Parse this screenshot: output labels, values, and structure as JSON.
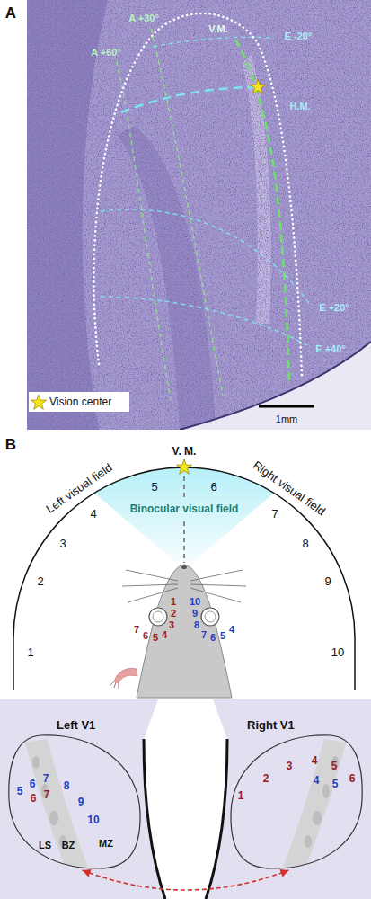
{
  "diagram": {
    "nodes": [
      {
        "text": [
          "Binocular visual field"
        ]
      },
      {
        "text": [
          "Left V1"
        ]
      },
      {
        "text": [
          "Right V1"
        ]
      }
    ],
    "edges": [
      {
        "from": 1,
        "to": 2,
        "arrow": "both"
      }
    ],
    "labels": [
      "A",
      "A +30°",
      "A +60°",
      "V.M.",
      "E -20°",
      "H.M.",
      "E +20°",
      "E +40°",
      "1mm",
      "B",
      "V. M.",
      "Left visual field",
      "Right visual field",
      "1",
      "2",
      "3",
      "4",
      "5",
      "6",
      "7",
      "8",
      "9",
      "10",
      "1",
      "2",
      "3",
      "4",
      "5",
      "6",
      "7",
      "10",
      "9",
      "8",
      "7",
      "6",
      "5",
      "4",
      "LS",
      "BZ",
      "MZ",
      "5",
      "6",
      "7",
      "8",
      "9",
      "10",
      "6",
      "7",
      "1",
      "2",
      "3",
      "4",
      "5",
      "6",
      "4",
      "5"
    ],
    "legend": [
      {
        "text": "Vision center"
      }
    ]
  }
}
